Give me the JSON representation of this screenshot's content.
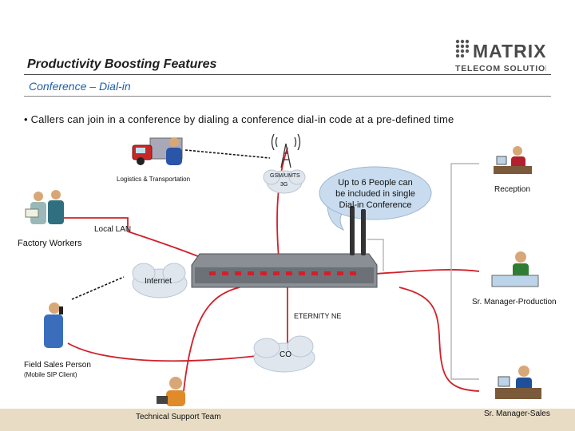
{
  "header": {
    "title": "Productivity Boosting Features",
    "subtitle": "Conference – Dial-in",
    "bullet": "Callers can join in a conference by dialing a conference dial-in code at a pre-defined time"
  },
  "logo": {
    "brand": "MATRIX",
    "tagline": "TELECOM SOLUTIONS",
    "color": "#4a4a4a"
  },
  "diagram": {
    "logistics_label": "Logistics & Transportation",
    "gsm_label_line1": "GSM/UMTS",
    "gsm_label_line2": "3G",
    "bubble_line1": "Up to 6 People can",
    "bubble_line2": "be included in single",
    "bubble_line3": "Dial-in Conference",
    "reception_label": "Reception",
    "local_lan_label": "Local LAN",
    "factory_label": "Factory Workers",
    "internet_label": "Internet",
    "device_label": "ETERNITY NE",
    "manager_production_label": "Sr. Manager-Production",
    "co_label": "CO",
    "field_sales_label": "Field Sales Person",
    "mobile_sip_label": "(Mobile SIP Client)",
    "support_label": "Technical Support Team",
    "manager_sales_label": "Sr. Manager-Sales",
    "colors": {
      "line_red": "#d0212a",
      "line_gray": "#b0b0b0",
      "bubble": "#c9dcef",
      "cloud": "#dfe6ee"
    }
  }
}
